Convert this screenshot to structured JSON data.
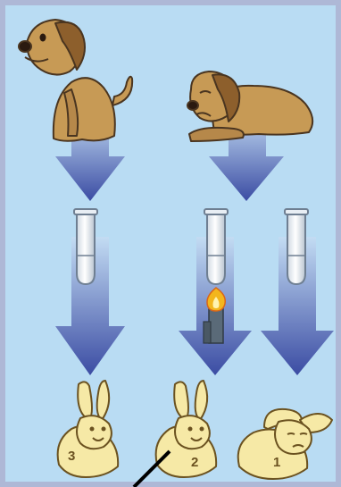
{
  "colors": {
    "background": "#b9dcf3",
    "frame": "#aeb8d6",
    "dog_fur": "#c79a55",
    "dog_outline": "#4a3520",
    "rabbit_fur": "#f6e9a6",
    "arrow_top": "#c3dcf3",
    "arrow_bottom": "#3b4ca3",
    "flame": "#f3b61d",
    "tube": "#ffffff"
  },
  "dogs": [
    {
      "pose": "sitting",
      "state": "healthy"
    },
    {
      "pose": "lying",
      "state": "sick"
    }
  ],
  "tubes": [
    {
      "column": 1,
      "heated": false
    },
    {
      "column": 2,
      "heated": true,
      "icon": "candle-flame-icon"
    },
    {
      "column": 3,
      "heated": false
    }
  ],
  "rabbits": [
    {
      "number": "3",
      "state": "healthy"
    },
    {
      "number": "2",
      "state": "healthy"
    },
    {
      "number": "1",
      "state": "sick"
    }
  ]
}
